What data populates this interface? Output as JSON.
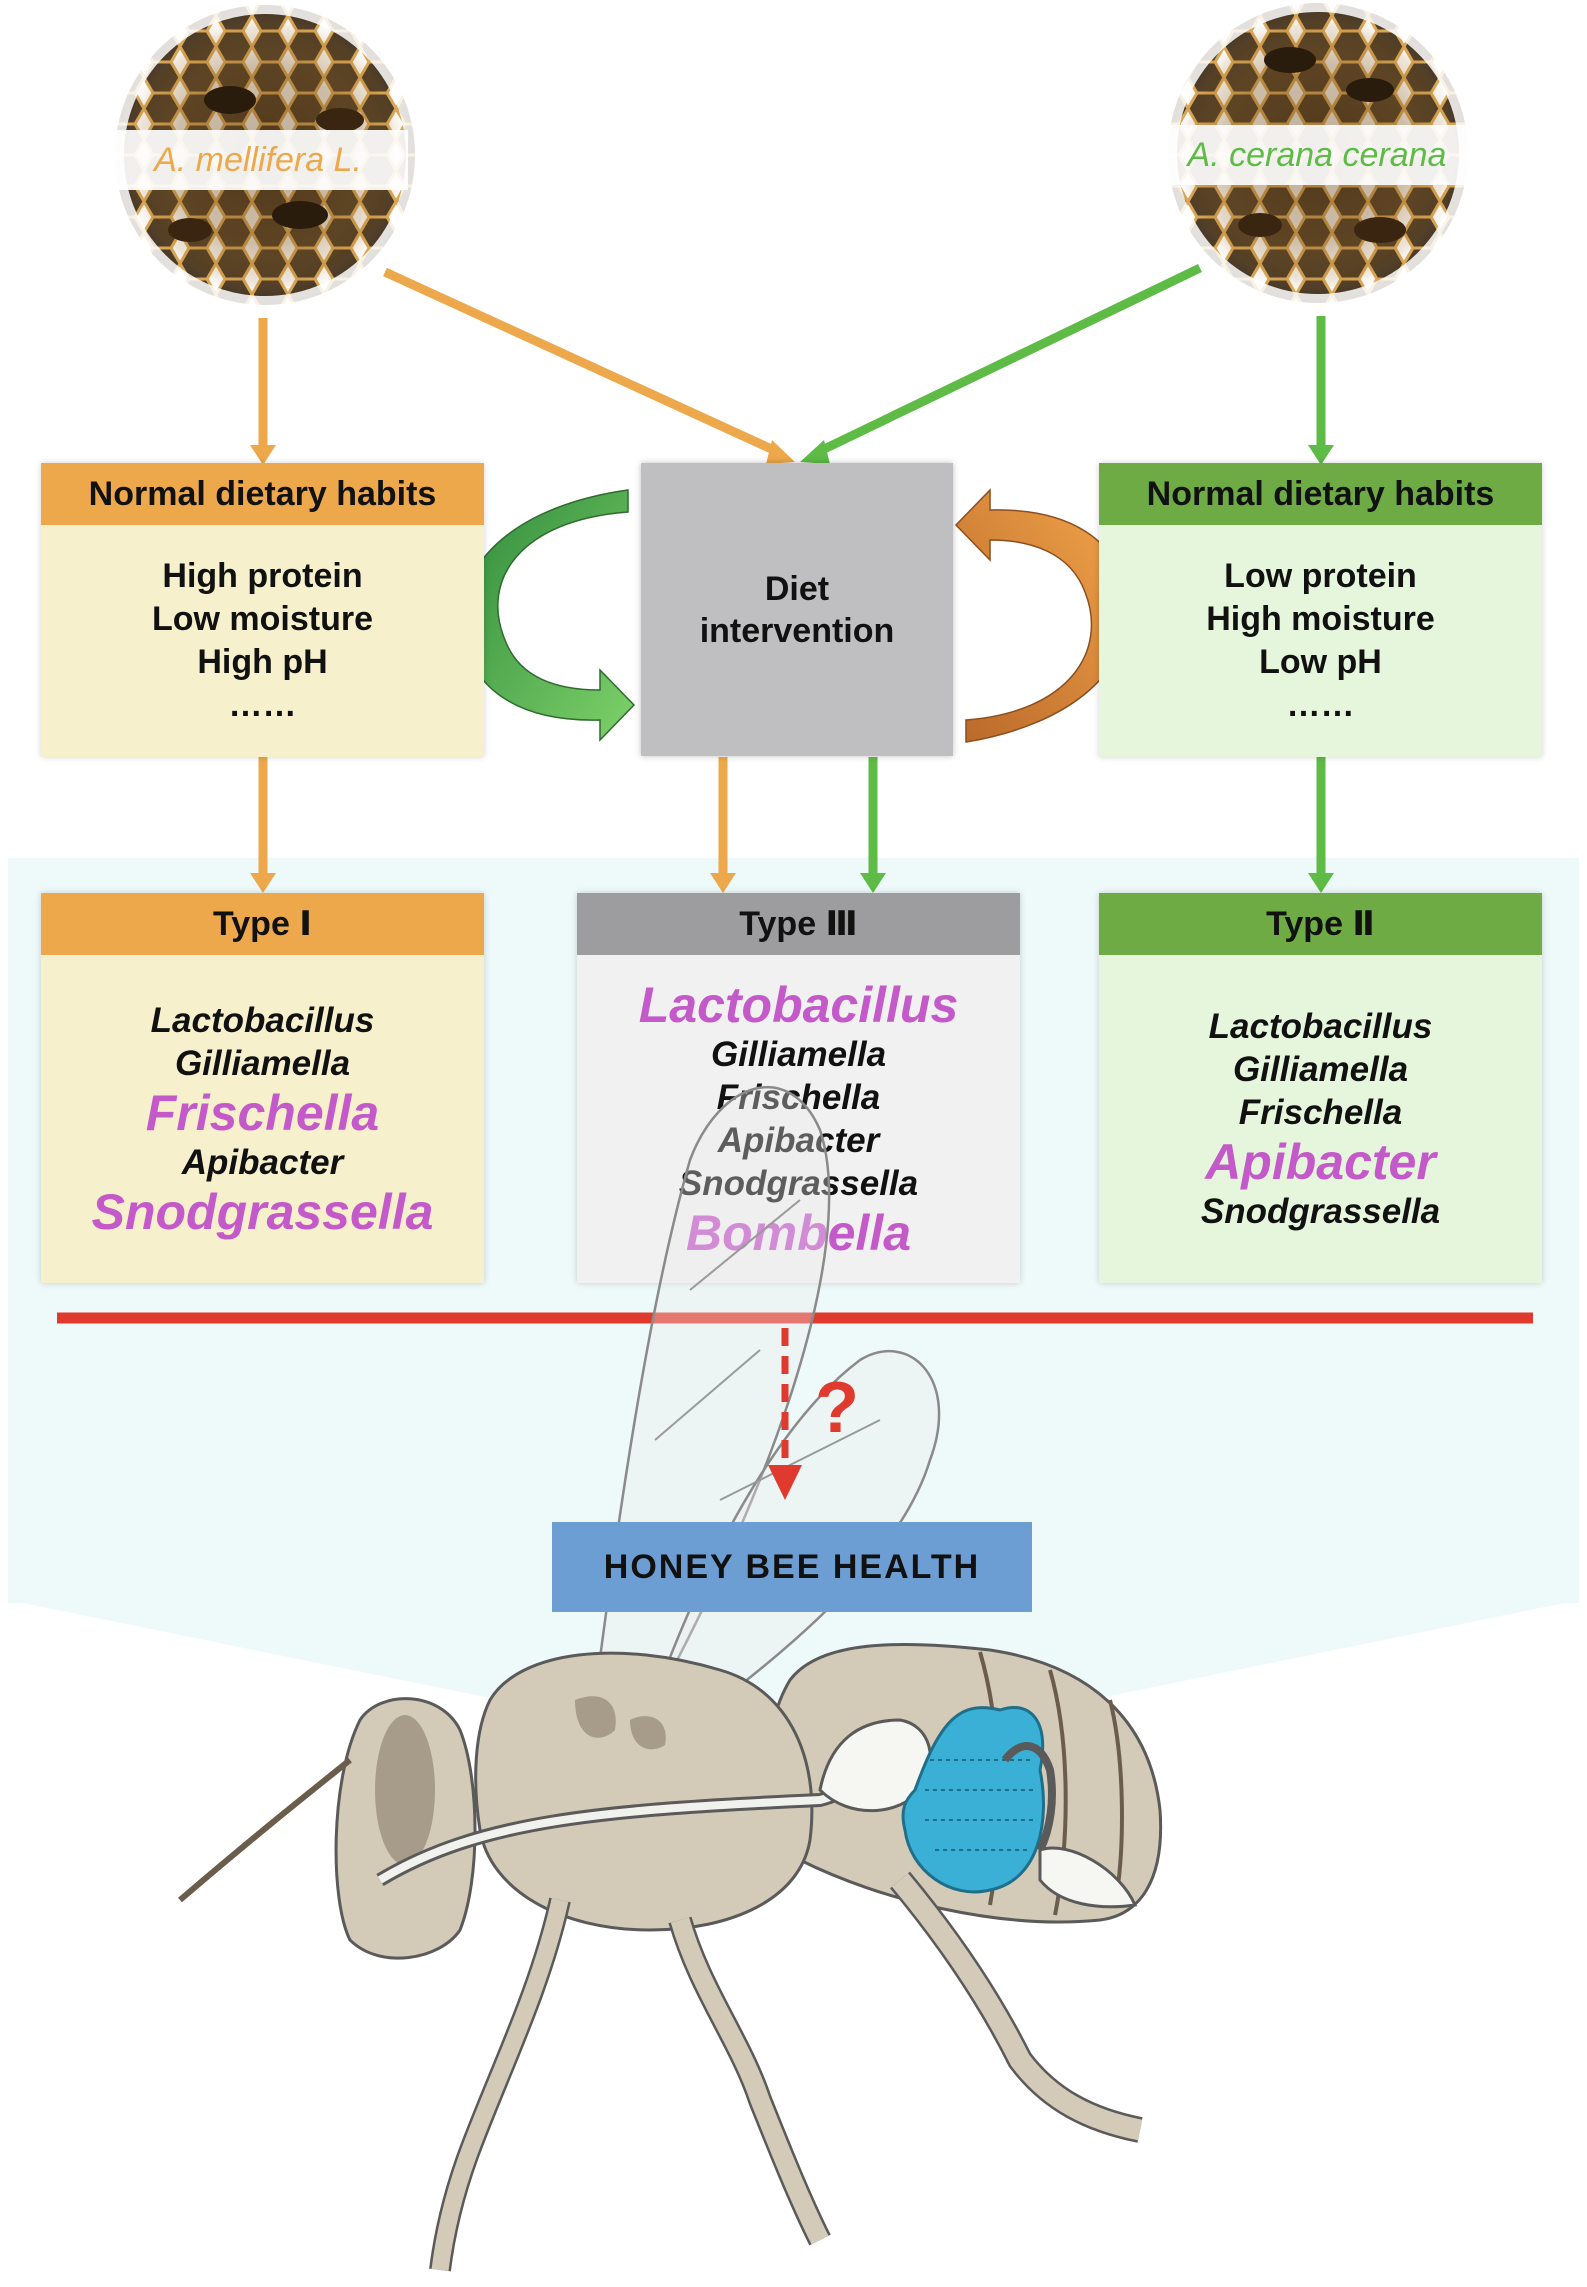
{
  "species": {
    "left": "A. mellifera L.",
    "right": "A. cerana cerana"
  },
  "colors": {
    "orange": "#eca84b",
    "green": "#6eab45",
    "grey": "#9d9d9f",
    "highlight_genus": "#c45ac9",
    "separator_red": "#e03a2e",
    "health_box": "#6d9ed3",
    "gut": "#3ab0d6"
  },
  "habits_left": {
    "title": "Normal dietary habits",
    "lines": [
      "High protein",
      "Low moisture",
      "High pH",
      "……"
    ]
  },
  "habits_right": {
    "title": "Normal dietary habits",
    "lines": [
      "Low protein",
      "High moisture",
      "Low pH",
      "……"
    ]
  },
  "diet_intervention": {
    "line1": "Diet",
    "line2": "intervention"
  },
  "type_left": {
    "title": "Type Ⅰ",
    "genera": [
      "Lactobacillus",
      "Gilliamella",
      "Frischella",
      "Apibacter",
      "Snodgrassella"
    ],
    "highlighted": [
      "Frischella",
      "Snodgrassella"
    ]
  },
  "type_middle": {
    "title": "Type Ⅲ",
    "genera": [
      "Lactobacillus",
      "Gilliamella",
      "Frischella",
      "Apibacter",
      "Snodgrassella",
      "Bombella"
    ],
    "highlighted": [
      "Lactobacillus",
      "Bombella"
    ]
  },
  "type_right": {
    "title": "Type Ⅱ",
    "genera": [
      "Lactobacillus",
      "Gilliamella",
      "Frischella",
      "Apibacter",
      "Snodgrassella"
    ],
    "highlighted": [
      "Apibacter"
    ]
  },
  "question_mark": "?",
  "health_label": "HONEY BEE HEALTH",
  "icons": {
    "left_photo": "honeycomb-photo-icon",
    "right_photo": "honeycomb-photo-icon",
    "bee": "honey-bee-illustration"
  }
}
